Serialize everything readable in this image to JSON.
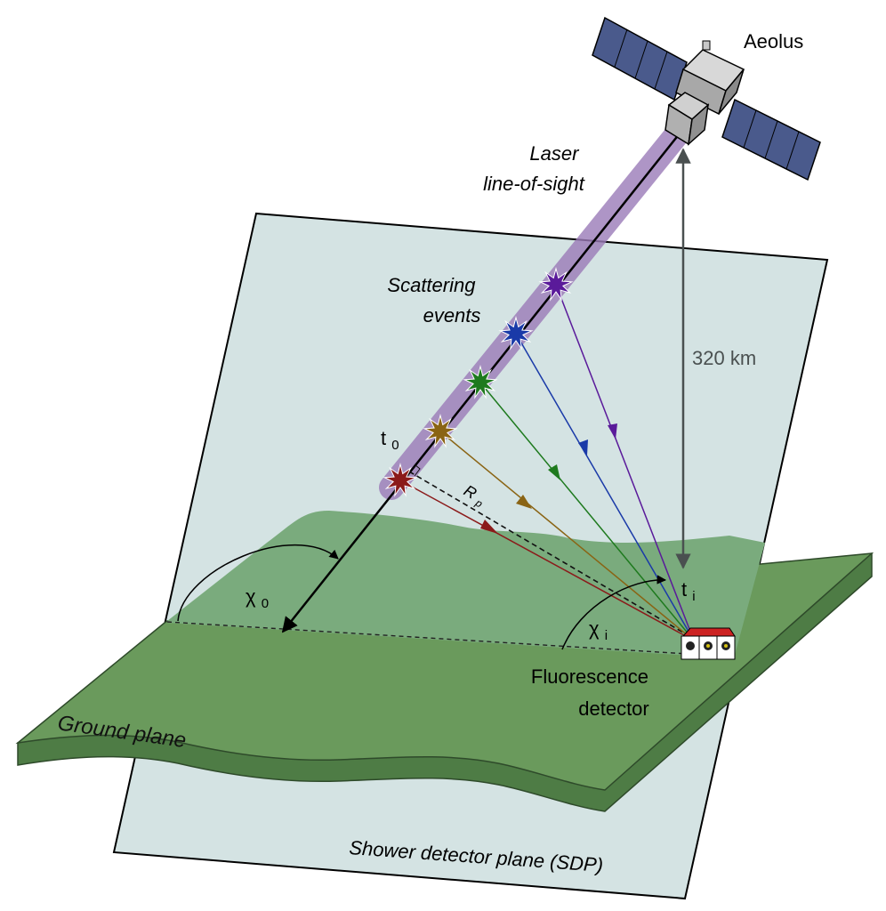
{
  "labels": {
    "satellite": "Aeolus",
    "laser_line1": "Laser",
    "laser_line2": "line-of-sight",
    "scattering_line1": "Scattering",
    "scattering_line2": "events",
    "altitude": "320 km",
    "t0_base": "t",
    "t0_sub": "0",
    "ti_base": "t",
    "ti_sub": "i",
    "rp_base": "R",
    "rp_sub": "p",
    "chi0_base": "χ",
    "chi0_sub": "0",
    "chii_base": "χ",
    "chii_sub": "i",
    "detector_line1": "Fluorescence",
    "detector_line2": "detector",
    "ground": "Ground plane",
    "sdp": "Shower detector plane (SDP)"
  },
  "colors": {
    "sdp_fill": "#d4e3e3",
    "ground_top": "#6a9a5c",
    "ground_side": "#4e7c45",
    "hill": "#7aab7d",
    "beam": "#9b7bb8",
    "solar_panel": "#4a5a8c",
    "satellite_body": "#b8b8b8",
    "arrow_altitude": "#4a5050"
  },
  "scattering_events": [
    {
      "name": "scatter-event-red",
      "color": "#8b1a1a"
    },
    {
      "name": "scatter-event-ochre",
      "color": "#8a6414"
    },
    {
      "name": "scatter-event-green",
      "color": "#1e7a1e"
    },
    {
      "name": "scatter-event-blue",
      "color": "#1a3aa8"
    },
    {
      "name": "scatter-event-purple",
      "color": "#5a1a9a"
    }
  ]
}
